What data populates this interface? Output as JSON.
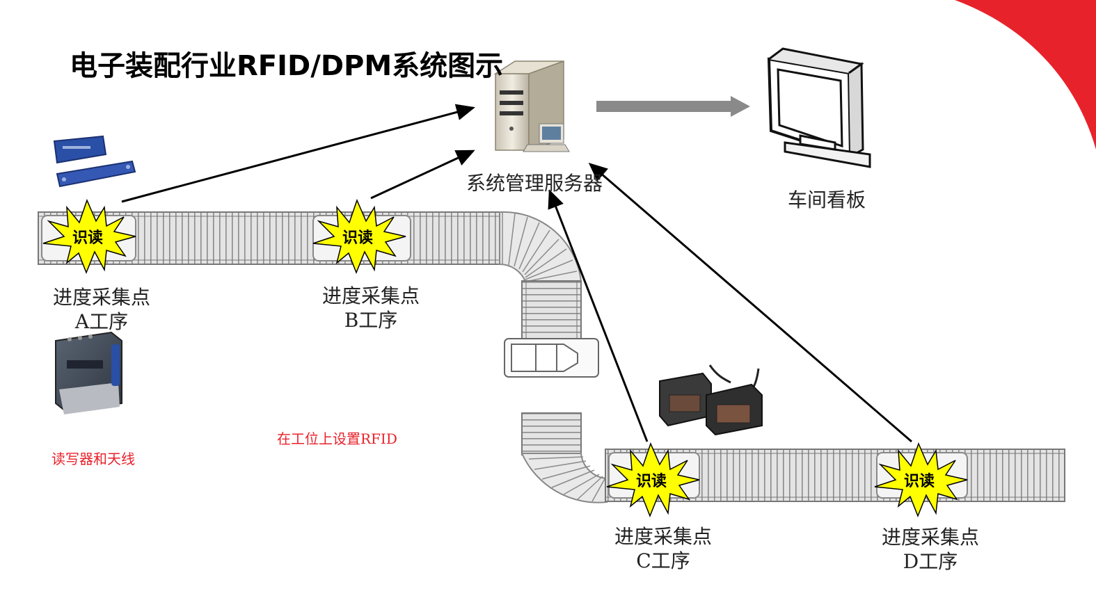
{
  "title": "电子装配行业RFID/DPM系统图示",
  "server": {
    "label": "系统管理服务器",
    "icon": "server-computer-icon"
  },
  "monitor": {
    "label": "车间看板",
    "icon": "monitor-icon"
  },
  "reader_label": "识读",
  "stations": [
    {
      "line1": "进度采集点",
      "line2": "A工序"
    },
    {
      "line1": "进度采集点",
      "line2": "B工序"
    },
    {
      "line1": "进度采集点",
      "line2": "C工序"
    },
    {
      "line1": "进度采集点",
      "line2": "D工序"
    }
  ],
  "notes": {
    "rfid_setup": "在工位上设置RFID",
    "reader_antenna": "读写器和天线"
  },
  "colors": {
    "burst": "#ffff00",
    "note_red": "#e8222b",
    "accent_red": "#e8222b",
    "device_blue": "#2a4fa6"
  }
}
